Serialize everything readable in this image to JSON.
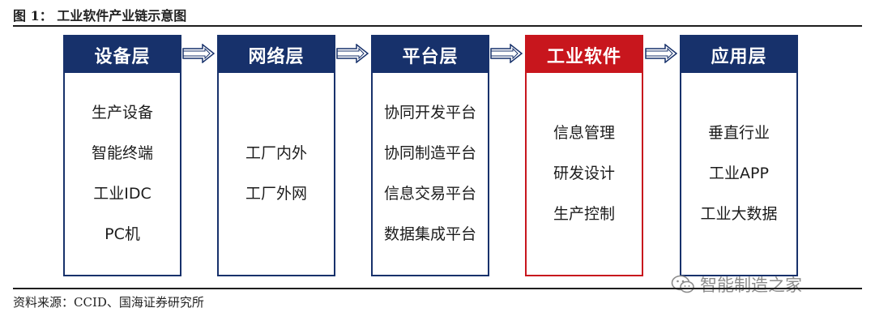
{
  "figure": {
    "title": "图 1：  工业软件产业链示意图",
    "source": "资料来源：CCID、国海证券研究所"
  },
  "columns": [
    {
      "label": "设备层",
      "items": [
        "生产设备",
        "智能终端",
        "工业IDC",
        "PC机"
      ]
    },
    {
      "label": "网络层",
      "items": [
        "工厂内外",
        "工厂外网"
      ]
    },
    {
      "label": "平台层",
      "items": [
        "协同开发平台",
        "协同制造平台",
        "信息交易平台",
        "数据集成平台"
      ]
    },
    {
      "label": "工业软件",
      "items": [
        "信息管理",
        "研发设计",
        "生产控制"
      ]
    },
    {
      "label": "应用层",
      "items": [
        "垂直行业",
        "工业APP",
        "工业大数据"
      ]
    }
  ],
  "colors": {
    "header_blue": "#17316b",
    "highlight_red": "#c8161d",
    "text": "#1c1c1c",
    "watermark": "#8c8c8c"
  },
  "icons": [
    "double-outline-arrow-icon",
    "wechat-icon"
  ],
  "watermark": {
    "text": "智能制造之家"
  }
}
